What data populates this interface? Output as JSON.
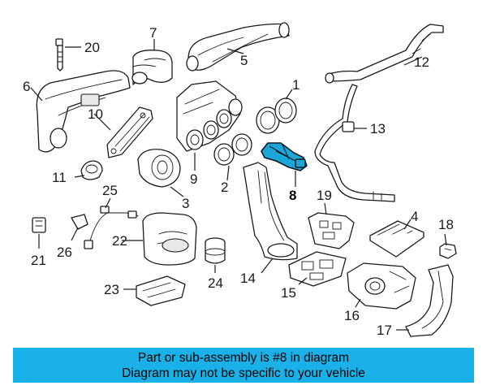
{
  "highlighted_part": "8",
  "callouts": {
    "p1": "1",
    "p2": "2",
    "p3": "3",
    "p4": "4",
    "p5": "5",
    "p6": "6",
    "p7": "7",
    "p8": "8",
    "p9": "9",
    "p10": "10",
    "p11": "11",
    "p12": "12",
    "p13": "13",
    "p14": "14",
    "p15": "15",
    "p16": "16",
    "p17": "17",
    "p18": "18",
    "p19": "19",
    "p20": "20",
    "p21": "21",
    "p22": "22",
    "p23": "23",
    "p24": "24",
    "p25": "25",
    "p26": "26"
  },
  "banner": {
    "line1": "Part or sub-assembly is #8 in diagram",
    "line2": "Diagram may not be specific to your vehicle"
  },
  "colors": {
    "highlight": "#1aa7d8",
    "banner": "#1ab0e8"
  }
}
